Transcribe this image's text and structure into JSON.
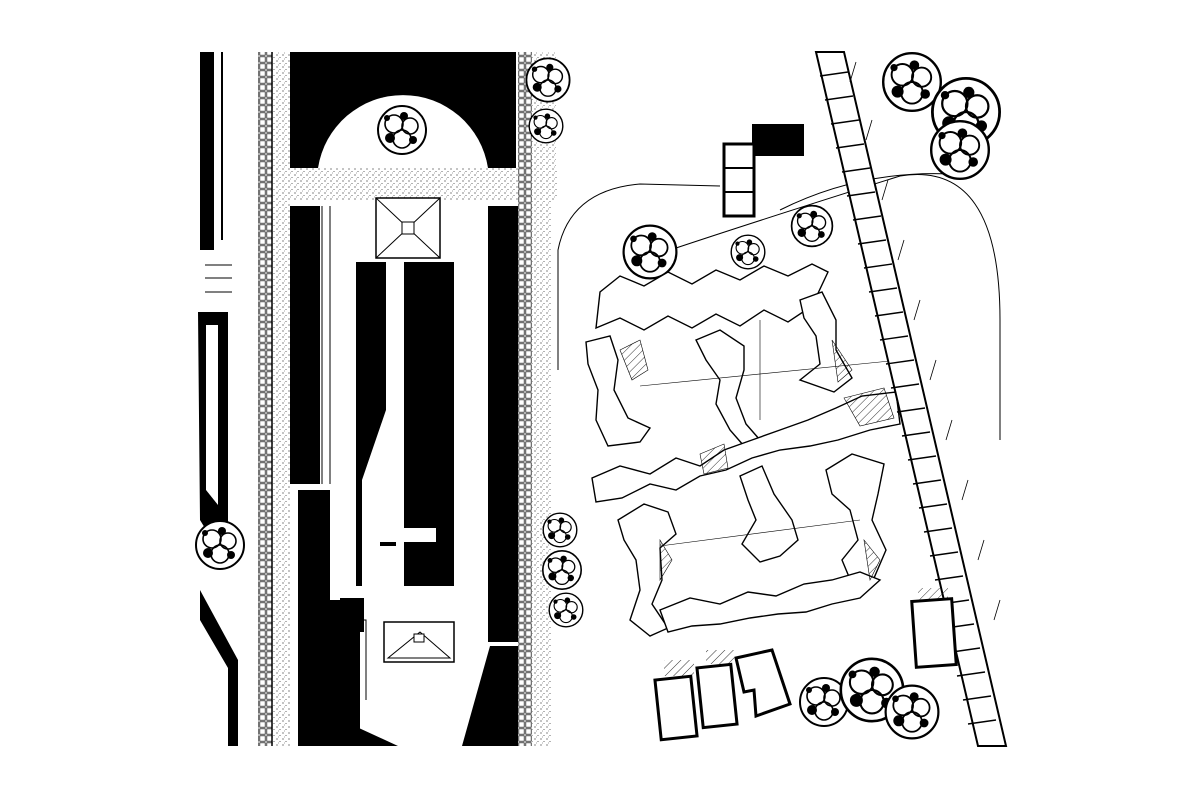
{
  "drawing": {
    "kind": "architectural site plan",
    "style": "black ink line drawing on white",
    "colors": {
      "ink": "#000000",
      "paper": "#ffffff",
      "stipple": "#333333"
    },
    "features": [
      "road-left",
      "stippled-walkway",
      "formal-courtyard-block",
      "hedge-row",
      "clustered-housing-blocks",
      "crosswalk-road-right",
      "trees",
      "small-rectangular-buildings"
    ]
  }
}
